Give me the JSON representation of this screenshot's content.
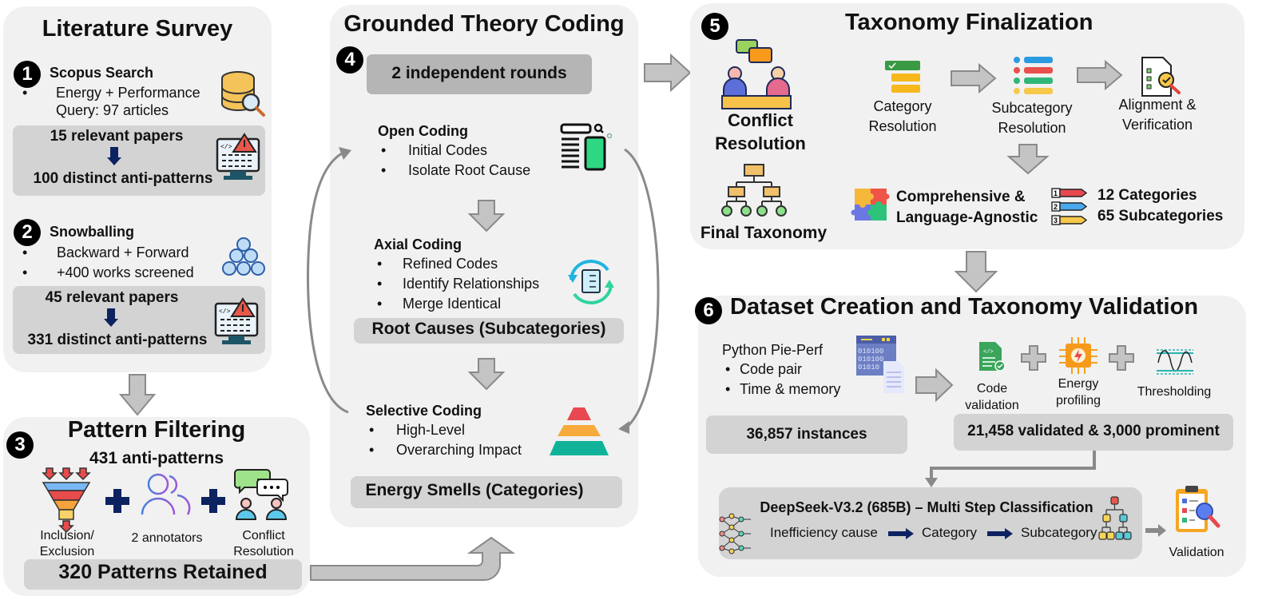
{
  "literature_survey": {
    "title": "Literature Survey",
    "step1": {
      "number": "1",
      "heading": "Scopus Search",
      "bullets": [
        "Energy + Performance",
        "Query: 97 articles"
      ],
      "result_top": "15 relevant papers",
      "result_bottom": "100 distinct anti-patterns"
    },
    "step2": {
      "number": "2",
      "heading": "Snowballing",
      "bullets": [
        "Backward + Forward",
        "+400 works screened"
      ],
      "result_top": "45 relevant papers",
      "result_bottom": "331 distinct anti-patterns"
    }
  },
  "pattern_filtering": {
    "number": "3",
    "title": "Pattern Filtering",
    "subtitle": "431 anti-patterns",
    "items": [
      {
        "label_line1": "Inclusion/",
        "label_line2": "Exclusion",
        "icon": "funnel-icon"
      },
      {
        "label_line1": "2 annotators",
        "label_line2": "",
        "icon": "users-icon"
      },
      {
        "label_line1": "Conflict",
        "label_line2": "Resolution",
        "icon": "discussion-icon"
      }
    ],
    "result": "320 Patterns Retained"
  },
  "grounded_theory": {
    "number": "4",
    "title": "Grounded Theory Coding",
    "rounds": "2 independent rounds",
    "open_coding": {
      "heading": "Open Coding",
      "bullets": [
        "Initial Codes",
        "Isolate Root Cause"
      ]
    },
    "axial_coding": {
      "heading": "Axial Coding",
      "bullets": [
        "Refined Codes",
        "Identify Relationships",
        "Merge Identical"
      ]
    },
    "axial_result": "Root Causes (Subcategories)",
    "selective_coding": {
      "heading": "Selective Coding",
      "bullets": [
        "High-Level",
        "Overarching Impact"
      ]
    },
    "selective_result": "Energy Smells (Categories)"
  },
  "taxonomy_finalization": {
    "number": "5",
    "title": "Taxonomy Finalization",
    "conflict_resolution": [
      "Conflict",
      "Resolution"
    ],
    "final_taxonomy": "Final Taxonomy",
    "category_resolution": [
      "Category",
      "Resolution"
    ],
    "subcategory_resolution": [
      "Subcategory",
      "Resolution"
    ],
    "alignment": [
      "Alignment &",
      "Verification"
    ],
    "comprehensive": [
      "Comprehensive &",
      "Language-Agnostic"
    ],
    "counts": [
      "12 Categories",
      "65 Subcategories"
    ],
    "tag_numbers": [
      "1",
      "2",
      "3"
    ]
  },
  "dataset_creation": {
    "number": "6",
    "title": "Dataset Creation and Taxonomy Validation",
    "source": "Python Pie-Perf",
    "bullets": [
      "Code pair",
      "Time & memory"
    ],
    "instances": "36,857 instances",
    "steps": [
      {
        "line1": "Code",
        "line2": "validation"
      },
      {
        "line1": "Energy",
        "line2": "profiling"
      },
      {
        "line1": "Thresholding",
        "line2": ""
      }
    ],
    "validated": "21,458 validated & 3,000 prominent",
    "classification_title": "DeepSeek-V3.2 (685B) – Multi Step Classification",
    "classification_steps": [
      "Inefficiency cause",
      "Category",
      "Subcategory"
    ],
    "validation_label": "Validation"
  },
  "colors": {
    "panel": "#f1f1f1",
    "result_box": "#d3d3d3",
    "arrow_fill": "#c4c4c4",
    "arrow_stroke": "#8a8a8a",
    "navy": "#0d2260"
  }
}
